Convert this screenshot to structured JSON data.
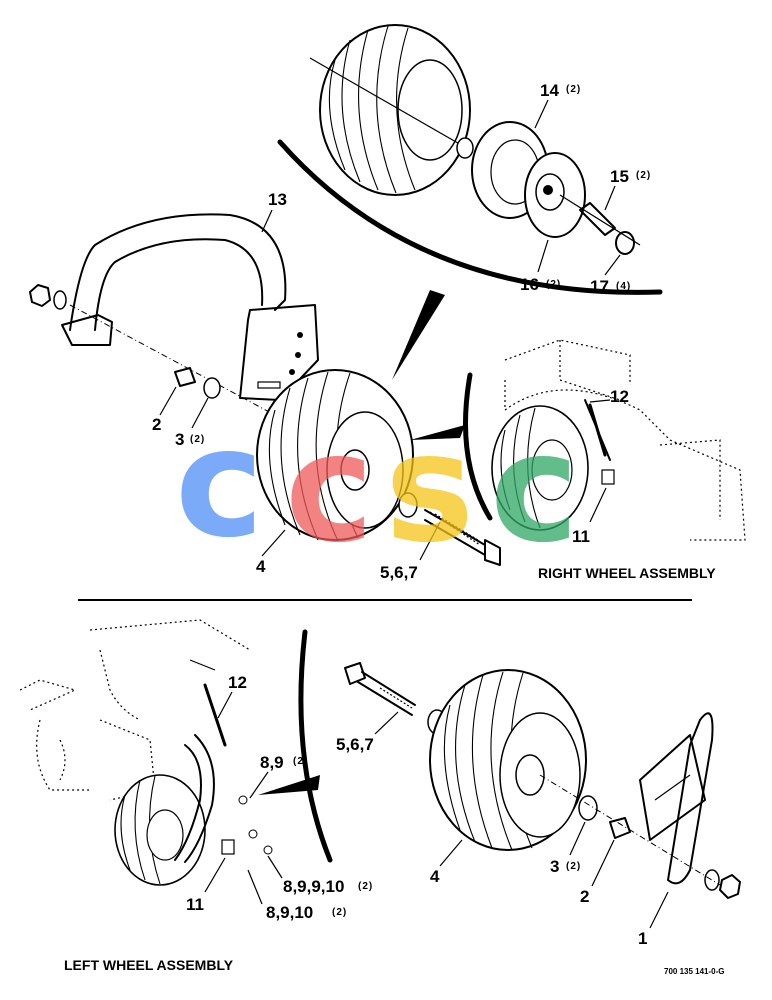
{
  "callouts": {
    "c1": "1",
    "c2_top": "2",
    "c2_bottom": "2",
    "c3_top": "3",
    "c3_bottom": "3",
    "c4_top": "4",
    "c4_bottom": "4",
    "c567_top": "5,6,7",
    "c567_bottom": "5,6,7",
    "c8_9": "8,9",
    "c8_9_9_10": "8,9,9,10",
    "c8_9_10": "8,9,10",
    "c11_top": "11",
    "c11_bottom": "11",
    "c12_top": "12",
    "c12_bottom": "12",
    "c13": "13",
    "c14": "14",
    "c15": "15",
    "c16": "16",
    "c17": "17"
  },
  "quantities": {
    "q3_top": "(2)",
    "q3_bottom": "(2)",
    "q8_9": "(2)",
    "q8_9_9_10": "(2)",
    "q8_9_10": "(2)",
    "q14": "(2)",
    "q15": "(2)",
    "q16": "(2)",
    "q17": "(4)"
  },
  "captions": {
    "right_wheel": "RIGHT WHEEL ASSEMBLY",
    "left_wheel": "LEFT WHEEL ASSEMBLY",
    "document_number": "700 135 141-0-G"
  },
  "watermark": {
    "letters": [
      "c",
      "c",
      "s",
      "c"
    ],
    "colors": [
      "#4f8ef7",
      "#ef5a5a",
      "#f5c518",
      "#2fa864"
    ]
  }
}
